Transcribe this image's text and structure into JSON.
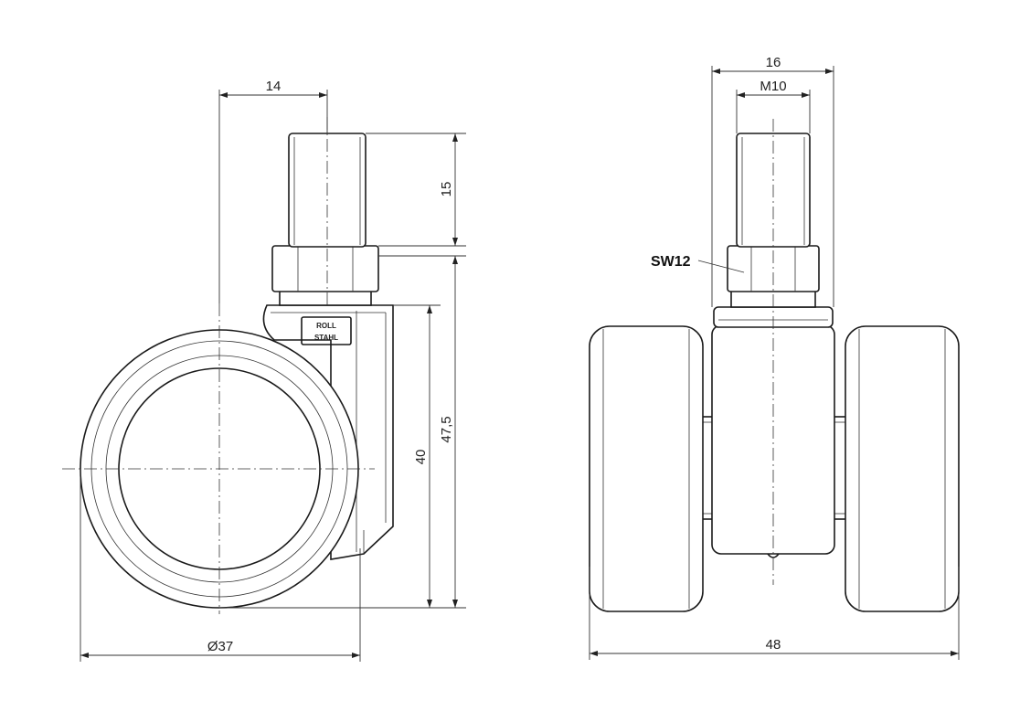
{
  "left_view": {
    "dims": {
      "pin_width": "14",
      "pin_length": "15",
      "height_40": "40",
      "height_47": "47,5",
      "diameter": "Ø37"
    },
    "logo_lines": [
      "ROLL",
      "STAHL"
    ]
  },
  "right_view": {
    "dims": {
      "nut_width": "16",
      "thread": "M10",
      "total_width": "48"
    },
    "callout": "SW12"
  }
}
